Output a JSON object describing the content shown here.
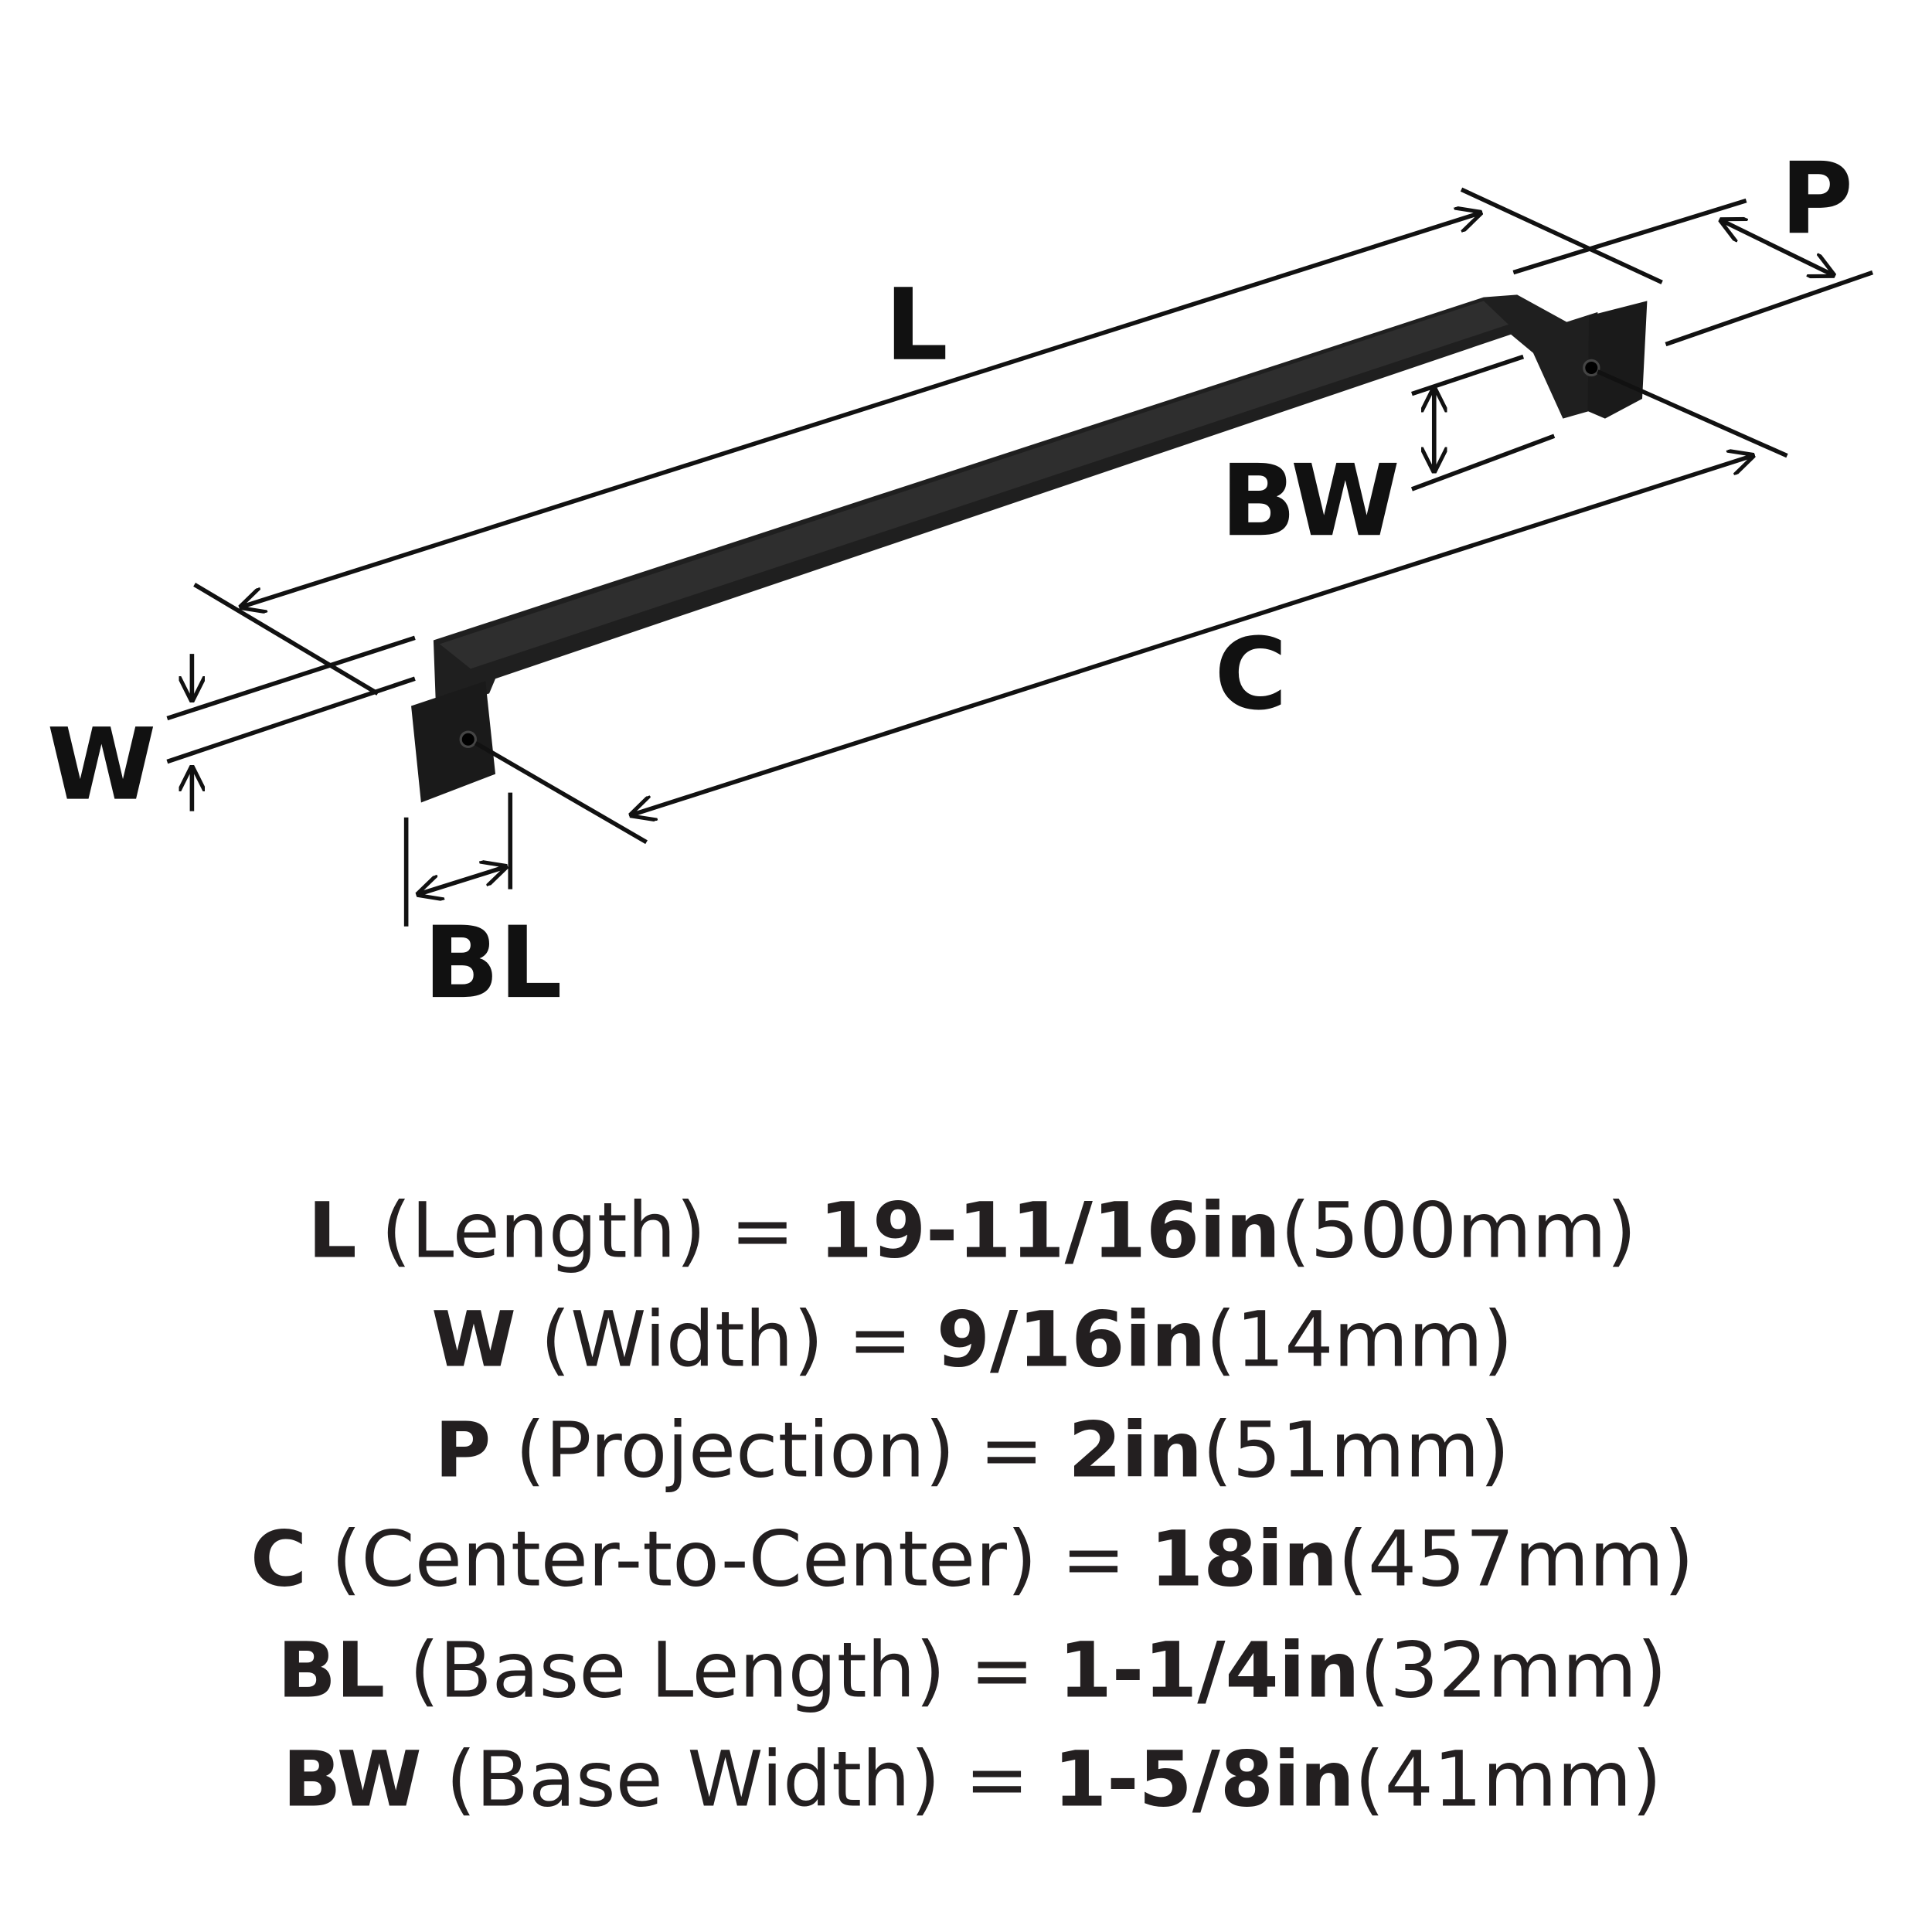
{
  "diagram": {
    "labels": {
      "L": "L",
      "W": "W",
      "P": "P",
      "C": "C",
      "BL": "BL",
      "BW": "BW"
    },
    "colors": {
      "ink": "#111111",
      "product": "#1c1c1c"
    }
  },
  "specs": [
    {
      "key": "L",
      "name": " (Length) = ",
      "imperial": "19-11/16in",
      "metric": "(500mm)"
    },
    {
      "key": "W",
      "name": " (Width) = ",
      "imperial": "9/16in",
      "metric": "(14mm)"
    },
    {
      "key": "P",
      "name": " (Projection) = ",
      "imperial": "2in",
      "metric": "(51mm)"
    },
    {
      "key": "C",
      "name": " (Center-to-Center) = ",
      "imperial": "18in",
      "metric": "(457mm)"
    },
    {
      "key": "BL",
      "name": " (Base Length) = ",
      "imperial": "1-1/4in",
      "metric": "(32mm)"
    },
    {
      "key": "BW",
      "name": " (Base Width) = ",
      "imperial": "1-5/8in",
      "metric": "(41mm)"
    }
  ]
}
